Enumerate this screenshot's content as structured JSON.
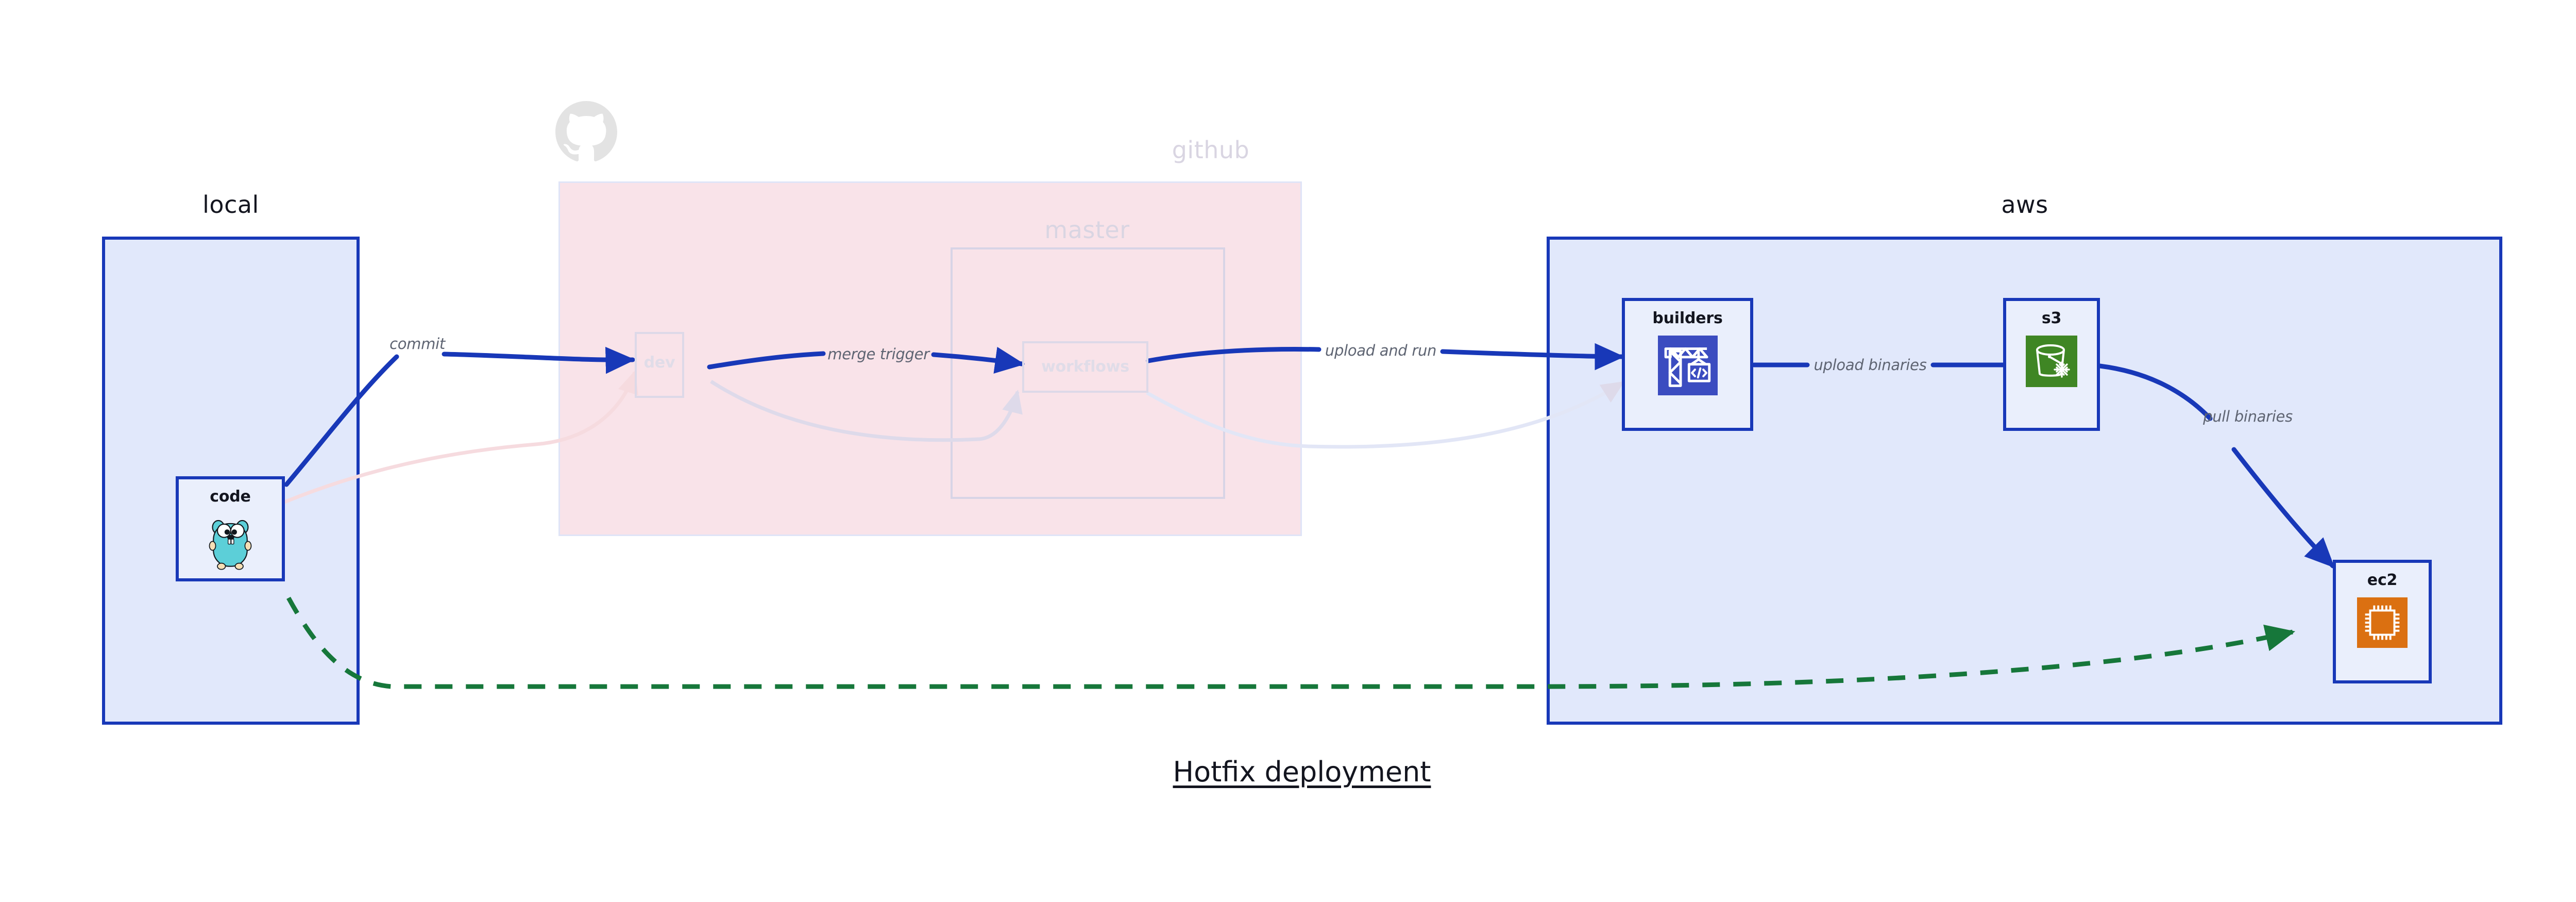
{
  "diagram": {
    "title": "Hotfix deployment",
    "colors": {
      "cluster_blue_border": "#1838b8",
      "cluster_blue_fill": "#e1e8fb",
      "github_fill": "#f9e3e9",
      "edge_active": "#1838b8",
      "edge_dashed_green": "#16773a",
      "edge_faded": "#ded9ea",
      "label_text": "#5e6472",
      "faded_text": "#ddd9e8",
      "icon_builders_bg": "#3b4cc0",
      "icon_s3_bg": "#3f8624",
      "icon_ec2_bg": "#db7011"
    }
  },
  "clusters": [
    {
      "id": "local",
      "label": "local",
      "faded": false
    },
    {
      "id": "github",
      "label": "github",
      "faded": true
    },
    {
      "id": "master",
      "label": "master",
      "faded": true
    },
    {
      "id": "aws",
      "label": "aws",
      "faded": false
    }
  ],
  "nodes": [
    {
      "id": "code",
      "label": "code",
      "icon": "go-gopher-icon",
      "faded": false,
      "cluster": "local"
    },
    {
      "id": "dev",
      "label": "dev",
      "icon": "none",
      "faded": true,
      "cluster": "github"
    },
    {
      "id": "workflows",
      "label": "workflows",
      "icon": "none",
      "faded": true,
      "cluster": "master"
    },
    {
      "id": "builders",
      "label": "builders",
      "icon": "aws-codebuild-icon",
      "faded": false,
      "cluster": "aws"
    },
    {
      "id": "s3",
      "label": "s3",
      "icon": "aws-s3-glacier-icon",
      "faded": false,
      "cluster": "aws"
    },
    {
      "id": "ec2",
      "label": "ec2",
      "icon": "aws-ec2-icon",
      "faded": false,
      "cluster": "aws"
    }
  ],
  "edges": [
    {
      "id": "commit",
      "from": "code",
      "to": "dev",
      "label": "commit",
      "style": "solid",
      "state": "active"
    },
    {
      "id": "merge-trigger",
      "from": "dev",
      "to": "workflows",
      "label": "merge trigger",
      "style": "solid",
      "state": "active"
    },
    {
      "id": "upload-and-run",
      "from": "workflows",
      "to": "builders",
      "label": "upload and run",
      "style": "solid",
      "state": "active"
    },
    {
      "id": "upload-binaries",
      "from": "builders",
      "to": "s3",
      "label": "upload binaries",
      "style": "solid",
      "state": "active"
    },
    {
      "id": "pull-binaries",
      "from": "s3",
      "to": "ec2",
      "label": "pull binaries",
      "style": "solid",
      "state": "active"
    },
    {
      "id": "hotfix-direct",
      "from": "code",
      "to": "ec2",
      "label": "",
      "style": "dashed",
      "state": "highlight-green"
    },
    {
      "id": "faded-code-dev",
      "from": "code",
      "to": "dev",
      "label": "",
      "style": "solid",
      "state": "faded"
    },
    {
      "id": "faded-dev-wf",
      "from": "dev",
      "to": "workflows",
      "label": "",
      "style": "solid",
      "state": "faded"
    },
    {
      "id": "faded-wf-build",
      "from": "workflows",
      "to": "builders",
      "label": "",
      "style": "solid",
      "state": "faded"
    }
  ],
  "logos": [
    {
      "id": "github-octocat",
      "name": "github-octocat-icon",
      "faded": true
    }
  ]
}
